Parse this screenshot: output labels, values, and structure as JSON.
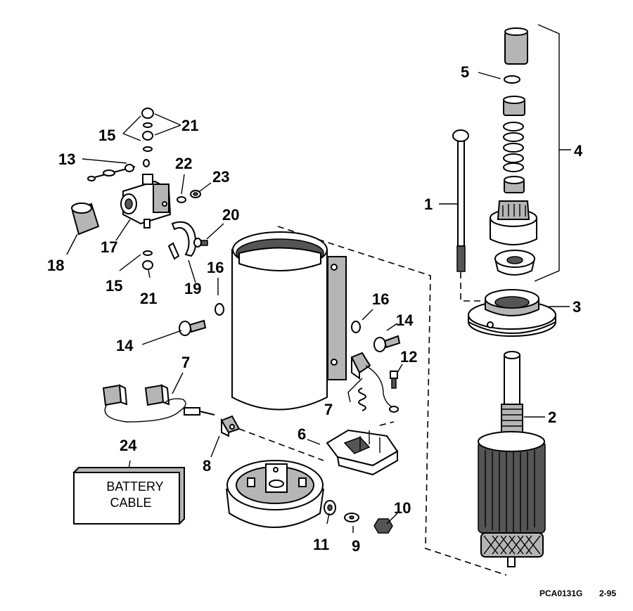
{
  "callouts": {
    "c1": "1",
    "c2": "2",
    "c3": "3",
    "c4": "4",
    "c5": "5",
    "c6": "6",
    "c7a": "7",
    "c7b": "7",
    "c8": "8",
    "c9": "9",
    "c10": "10",
    "c11": "11",
    "c12": "12",
    "c13": "13",
    "c14a": "14",
    "c14b": "14",
    "c15a": "15",
    "c15b": "15",
    "c16a": "16",
    "c16b": "16",
    "c17": "17",
    "c18": "18",
    "c19": "19",
    "c20": "20",
    "c21a": "21",
    "c21b": "21",
    "c22": "22",
    "c23": "23",
    "c24": "24"
  },
  "battery_box": {
    "line1": "BATTERY",
    "line2": "CABLE"
  },
  "footer": {
    "code": "PCA0131G",
    "date": "2-95"
  }
}
